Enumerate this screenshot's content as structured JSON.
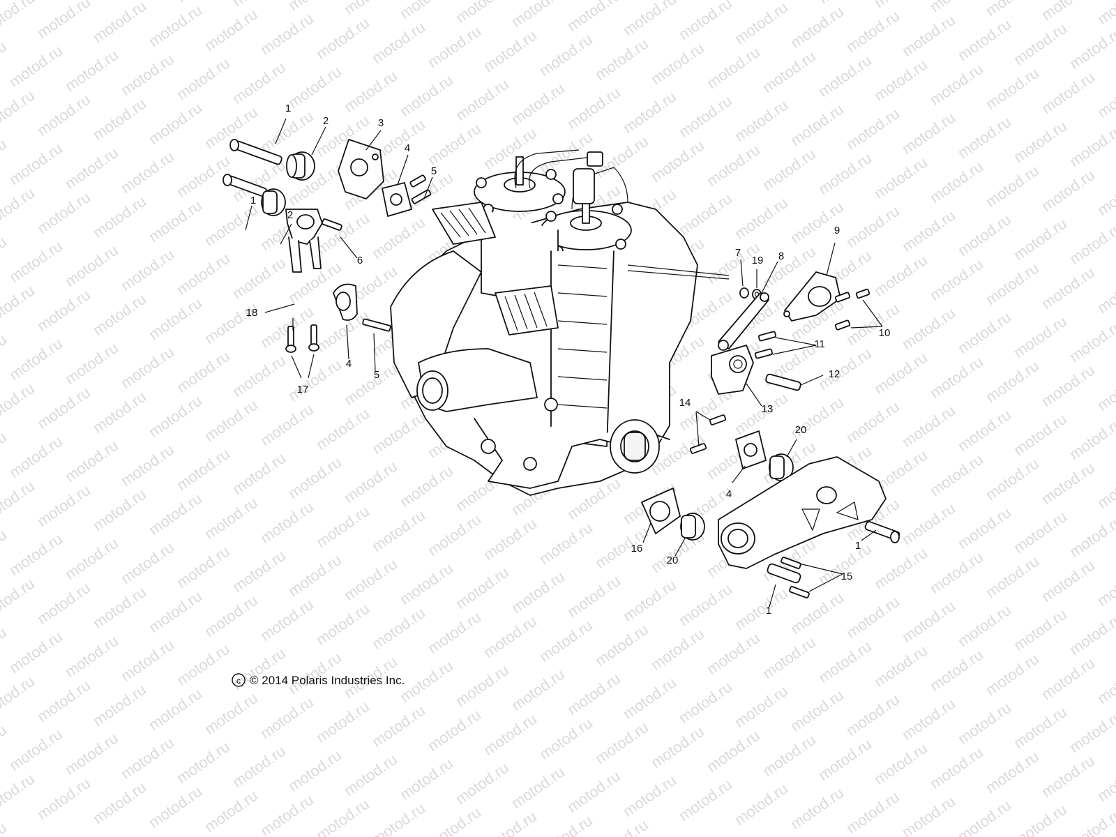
{
  "watermark": "motod.ru",
  "copyright": "© 2014 Polaris Industries Inc.",
  "callouts": [
    {
      "id": "c1a",
      "label": "1"
    },
    {
      "id": "c2a",
      "label": "2"
    },
    {
      "id": "c3",
      "label": "3"
    },
    {
      "id": "c4a",
      "label": "4"
    },
    {
      "id": "c5a",
      "label": "5"
    },
    {
      "id": "c6",
      "label": "6"
    },
    {
      "id": "c1b",
      "label": "1"
    },
    {
      "id": "c2b",
      "label": "2"
    },
    {
      "id": "c18",
      "label": "18"
    },
    {
      "id": "c17",
      "label": "17"
    },
    {
      "id": "c4b",
      "label": "4"
    },
    {
      "id": "c5b",
      "label": "5"
    },
    {
      "id": "c7",
      "label": "7"
    },
    {
      "id": "c19",
      "label": "19"
    },
    {
      "id": "c8",
      "label": "8"
    },
    {
      "id": "c9",
      "label": "9"
    },
    {
      "id": "c10",
      "label": "10"
    },
    {
      "id": "c11",
      "label": "11"
    },
    {
      "id": "c12",
      "label": "12"
    },
    {
      "id": "c13",
      "label": "13"
    },
    {
      "id": "c14",
      "label": "14"
    },
    {
      "id": "c20a",
      "label": "20"
    },
    {
      "id": "c4c",
      "label": "4"
    },
    {
      "id": "c16",
      "label": "16"
    },
    {
      "id": "c20b",
      "label": "20"
    },
    {
      "id": "c1c",
      "label": "1"
    },
    {
      "id": "c15",
      "label": "15"
    },
    {
      "id": "c1d",
      "label": "1"
    }
  ]
}
